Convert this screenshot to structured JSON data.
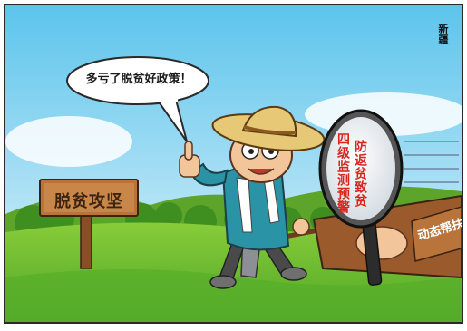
{
  "corner_stamp": "新疆",
  "speech_bubble": {
    "text": "多亏了脱贫好政策！"
  },
  "signpost": {
    "text": "脱贫攻坚"
  },
  "magnifier": {
    "line_1": "防返贫致贫",
    "line_2": "四级监测预警"
  },
  "hand_board": {
    "text": "动态帮扶"
  },
  "colors": {
    "sky_top": "#5cc4ec",
    "sky_bottom": "#dff3fb",
    "grass": "#67bb2d",
    "grass_dark": "#3e8f1f",
    "wood": "#9a5a2c",
    "shirt": "#2a93a6",
    "hat": "#e7c876",
    "lens_ink": "#d8261f"
  },
  "icons": [
    "speech-bubble-icon",
    "thumbs-up-icon",
    "magnifying-glass-icon",
    "hoe-tool-icon",
    "straw-hat-icon"
  ]
}
